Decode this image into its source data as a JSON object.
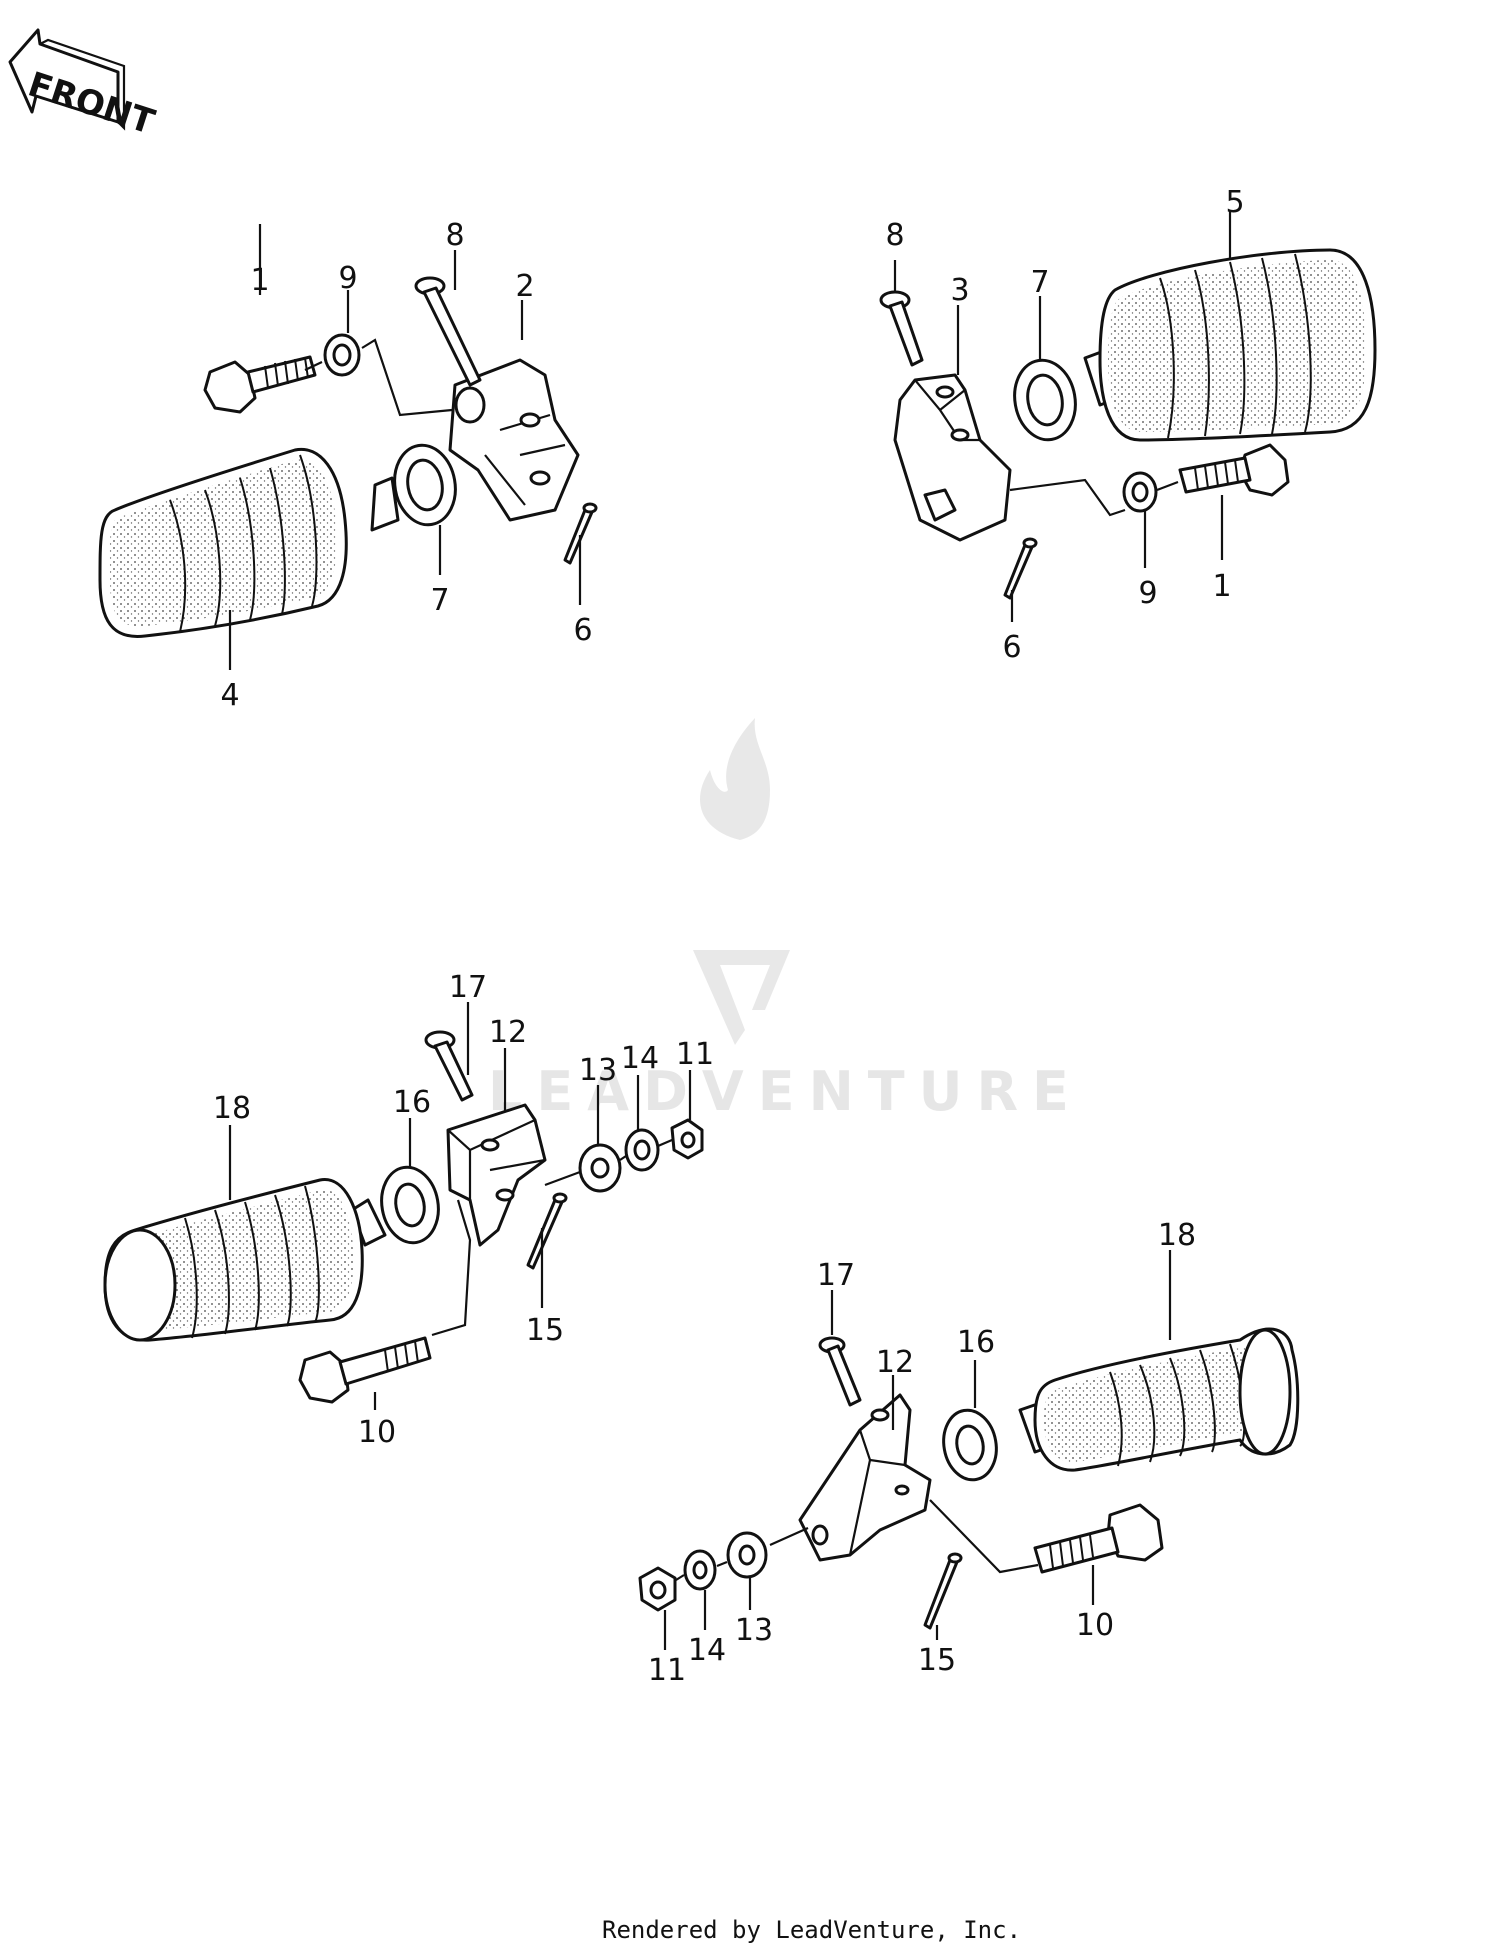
{
  "front_label": "FRONT",
  "watermark": "LEADVENTURE",
  "footer": "Rendered by LeadVenture, Inc.",
  "callouts": {
    "a1": "1",
    "a9": "9",
    "a8": "8",
    "a2": "2",
    "a7": "7",
    "a6": "6",
    "a4": "4",
    "b8": "8",
    "b3": "3",
    "b7": "7",
    "b5": "5",
    "b9": "9",
    "b1": "1",
    "b6": "6",
    "c17": "17",
    "c12": "12",
    "c18": "18",
    "c16": "16",
    "c13": "13",
    "c14": "14",
    "c11": "11",
    "c15": "15",
    "c10": "10",
    "d17": "17",
    "d12": "12",
    "d18": "18",
    "d16": "16",
    "d11": "11",
    "d14": "14",
    "d13": "13",
    "d15": "15",
    "d10": "10"
  },
  "colors": {
    "ink": "#111111",
    "watermark": "#e4e4e4",
    "background": "#ffffff"
  }
}
